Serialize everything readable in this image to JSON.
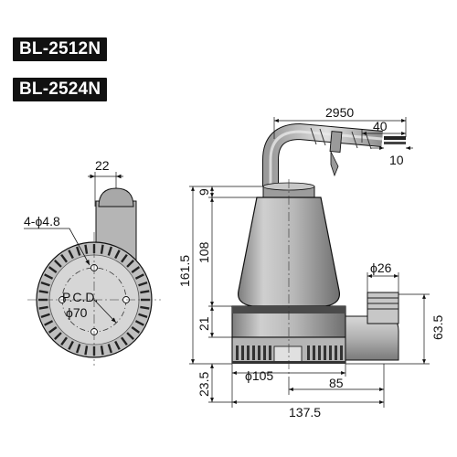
{
  "models": [
    "BL-2512N",
    "BL-2524N"
  ],
  "dimensions": {
    "cable_length": "2950",
    "cable_strip": "40",
    "cable_end": "10",
    "top_offset": "22",
    "holes": "4-ϕ4.8",
    "pcd_label": "P.C.D.",
    "pcd_value": "ϕ70",
    "total_height": "161.5",
    "top_cap": "9",
    "body_height": "108",
    "lower_body": "21",
    "base_height": "23.5",
    "outlet_dia": "ϕ26",
    "outlet_height": "63.5",
    "base_dia": "ϕ105",
    "outlet_reach": "85",
    "total_width": "137.5"
  },
  "colors": {
    "line": "#111111",
    "body_fill": "#bdbdbd",
    "body_shade": "#8a8a8a",
    "dark_band": "#3a3a3a",
    "badge": "#111111"
  }
}
